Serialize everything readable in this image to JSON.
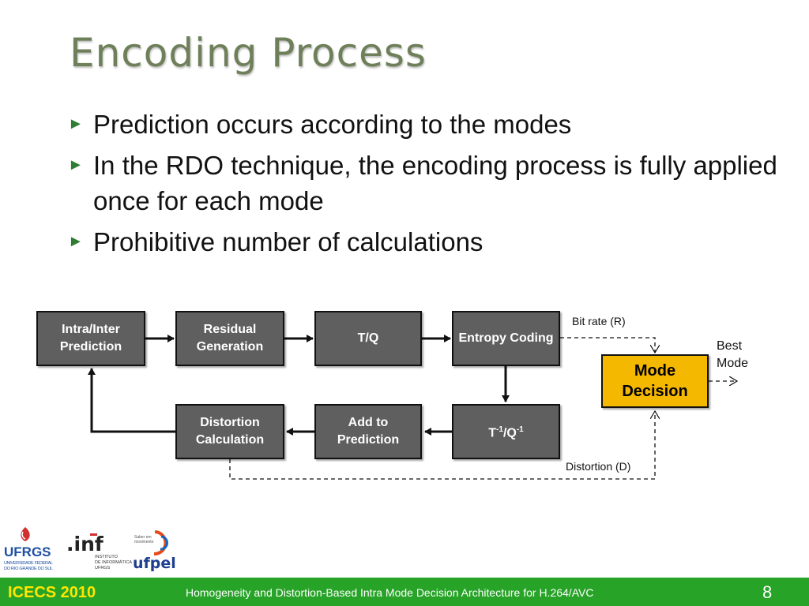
{
  "slide": {
    "title": "Encoding Process",
    "bullets": [
      "Prediction occurs according to the modes",
      "In the RDO technique, the encoding process is fully applied once for each mode",
      "Prohibitive number of calculations"
    ]
  },
  "diagram": {
    "nodes": {
      "intra_inter": "Intra/Inter Prediction",
      "residual": "Residual Generation",
      "tq": "T/Q",
      "entropy": "Entropy Coding",
      "inverse_tq": "T-1/Q-1",
      "add_pred": "Add to Prediction",
      "distortion": "Distortion Calculation",
      "mode_decision": "Mode Decision"
    },
    "labels": {
      "bit_rate": "Bit rate (R)",
      "distortion": "Distortion (D)",
      "best_mode": "Best Mode"
    },
    "colors": {
      "box": "#5f5f5f",
      "mode_box": "#f5b800"
    }
  },
  "footer": {
    "conference": "ICECS 2010",
    "description": "Homogeneity and Distortion-Based Intra Mode Decision Architecture for H.264/AVC",
    "slide_number": "8"
  },
  "logos": {
    "ufrgs": "UFRGS",
    "ufrgs_sub": "UNIVERSIDADE FEDERAL DO RIO GRANDE DO SUL",
    "inf": ".inf",
    "inf_sub": "INSTITUTO DE INFORMÁTICA UFRGS",
    "ufpel": "ufpel",
    "ufpel_tag": "Saber em movimento"
  },
  "colors": {
    "accent": "#27a327",
    "title": "#6e7f5a",
    "conference": "#ffe600"
  }
}
